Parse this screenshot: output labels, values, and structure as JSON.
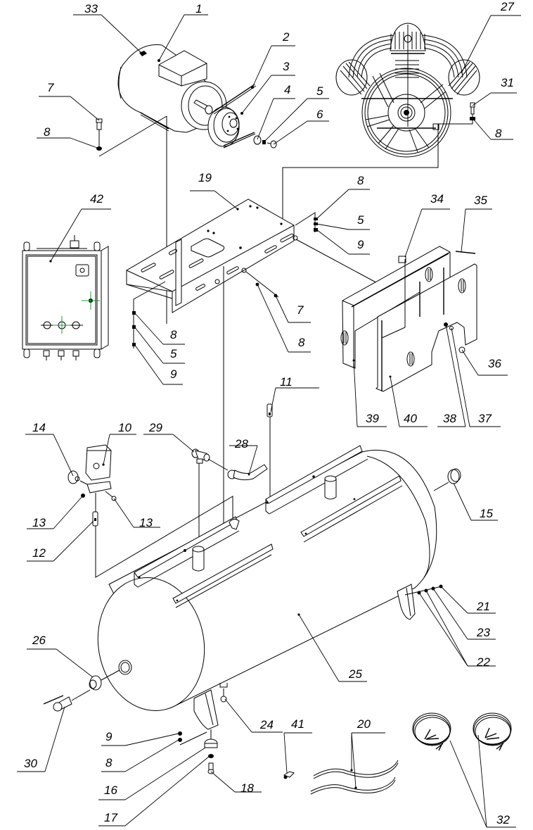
{
  "diagram": {
    "title": "",
    "type": "exploded-view parts diagram",
    "subject": "belt-driven horizontal air compressor",
    "colors": {
      "line": "#000000",
      "background": "#ffffff",
      "centerline": "#1f9a3a"
    }
  },
  "callouts": [
    {
      "id": "c33",
      "text": "33",
      "part": "motor-label"
    },
    {
      "id": "c1",
      "text": "1",
      "part": "electric-motor"
    },
    {
      "id": "c2",
      "text": "2",
      "part": "drive-belt"
    },
    {
      "id": "c3",
      "text": "3",
      "part": "motor-pulley"
    },
    {
      "id": "c4",
      "text": "4",
      "part": "pulley-washer"
    },
    {
      "id": "c5a",
      "text": "5",
      "part": "spring-washer"
    },
    {
      "id": "c6",
      "text": "6",
      "part": "pulley-bolt"
    },
    {
      "id": "c7a",
      "text": "7",
      "part": "motor-bolt"
    },
    {
      "id": "c8a",
      "text": "8",
      "part": "washer"
    },
    {
      "id": "c27",
      "text": "27",
      "part": "compressor-pump"
    },
    {
      "id": "c31",
      "text": "31",
      "part": "pump-bolt"
    },
    {
      "id": "c8b",
      "text": "8",
      "part": "washer"
    },
    {
      "id": "c19",
      "text": "19",
      "part": "mounting-plate"
    },
    {
      "id": "c8c",
      "text": "8",
      "part": "washer"
    },
    {
      "id": "c5b",
      "text": "5",
      "part": "spring-washer"
    },
    {
      "id": "c9a",
      "text": "9",
      "part": "nut"
    },
    {
      "id": "c42",
      "text": "42",
      "part": "control-box"
    },
    {
      "id": "c34",
      "text": "34",
      "part": "guard-clip"
    },
    {
      "id": "c35",
      "text": "35",
      "part": "guard-screw"
    },
    {
      "id": "c7b",
      "text": "7",
      "part": "bolt"
    },
    {
      "id": "c8d",
      "text": "8",
      "part": "washer"
    },
    {
      "id": "c8e",
      "text": "8",
      "part": "washer"
    },
    {
      "id": "c5c",
      "text": "5",
      "part": "spring-washer"
    },
    {
      "id": "c9b",
      "text": "9",
      "part": "nut"
    },
    {
      "id": "c36",
      "text": "36",
      "part": "guard-nut"
    },
    {
      "id": "c11",
      "text": "11",
      "part": "check-valve"
    },
    {
      "id": "c39",
      "text": "39",
      "part": "belt-guard-rear"
    },
    {
      "id": "c40",
      "text": "40",
      "part": "belt-guard-front"
    },
    {
      "id": "c38",
      "text": "38",
      "part": "guard-washer"
    },
    {
      "id": "c37",
      "text": "37",
      "part": "guard-bolt"
    },
    {
      "id": "c14",
      "text": "14",
      "part": "pressure-gauge"
    },
    {
      "id": "c10",
      "text": "10",
      "part": "pressure-switch"
    },
    {
      "id": "c29",
      "text": "29",
      "part": "elbow-fitting"
    },
    {
      "id": "c28",
      "text": "28",
      "part": "discharge-tube"
    },
    {
      "id": "c13a",
      "text": "13",
      "part": "fitting"
    },
    {
      "id": "c13b",
      "text": "13",
      "part": "fitting"
    },
    {
      "id": "c15",
      "text": "15",
      "part": "tank-plug"
    },
    {
      "id": "c12",
      "text": "12",
      "part": "nipple"
    },
    {
      "id": "c21",
      "text": "21",
      "part": "wheel-bolt"
    },
    {
      "id": "c23",
      "text": "23",
      "part": "washer"
    },
    {
      "id": "c22",
      "text": "22",
      "part": "nut"
    },
    {
      "id": "c26",
      "text": "26",
      "part": "reducer-fitting"
    },
    {
      "id": "c25",
      "text": "25",
      "part": "air-tank"
    },
    {
      "id": "c24",
      "text": "24",
      "part": "drain-valve"
    },
    {
      "id": "c9c",
      "text": "9",
      "part": "nut"
    },
    {
      "id": "c8f",
      "text": "8",
      "part": "washer"
    },
    {
      "id": "c30",
      "text": "30",
      "part": "ball-valve"
    },
    {
      "id": "c16",
      "text": "16",
      "part": "rubber-foot"
    },
    {
      "id": "c18",
      "text": "18",
      "part": "foot-bolt"
    },
    {
      "id": "c17",
      "text": "17",
      "part": "foot-washer"
    },
    {
      "id": "c41",
      "text": "41",
      "part": "cable-connector"
    },
    {
      "id": "c20",
      "text": "20",
      "part": "hose"
    },
    {
      "id": "c32",
      "text": "32",
      "part": "power-cable"
    }
  ]
}
